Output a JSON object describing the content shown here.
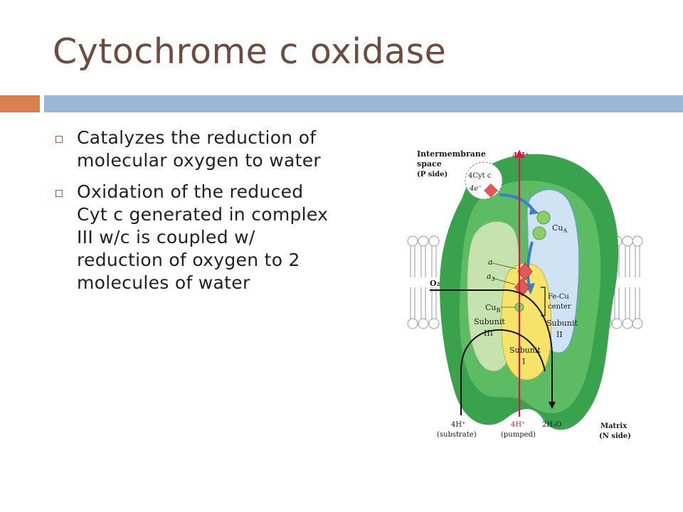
{
  "slide": {
    "title": "Cytochrome c oxidase",
    "colors": {
      "accent_left": "#d9814d",
      "accent_right": "#9bb7d6",
      "title": "#6b4c3f",
      "bullet_box": "#c0542a"
    },
    "bullets": [
      "Catalyzes the reduction of molecular oxygen to water",
      "Oxidation of the reduced Cyt c generated in complex III w/c is coupled w/ reduction of oxygen to 2 molecules of water"
    ]
  },
  "diagram": {
    "intermembrane_l1": "Intermembrane",
    "intermembrane_l2": "space",
    "p_side": "(P side)",
    "h_top": "4H⁺",
    "cyt_l1": "4Cyt c",
    "cyt_l2": "4e⁻",
    "cua": "Cu",
    "cua_sub": "A",
    "a_label": "a",
    "a3_label": "a",
    "a3_sub": "3",
    "cub": "Cu",
    "cub_sub": "B",
    "fecu_l1": "Fe-Cu",
    "fecu_l2": "center",
    "o2": "O₂",
    "sub3_l1": "Subunit",
    "sub3_l2": "III",
    "sub2_l1": "Subunit",
    "sub2_l2": "II",
    "sub1_l1": "Subunit",
    "sub1_l2": "I",
    "h_substrate": "4H⁺",
    "substrate": "(substrate)",
    "h_pumped": "4H⁺",
    "pumped": "(pumped)",
    "water": "2H₂O",
    "matrix_l1": "Matrix",
    "matrix_l2": "(N side)"
  }
}
